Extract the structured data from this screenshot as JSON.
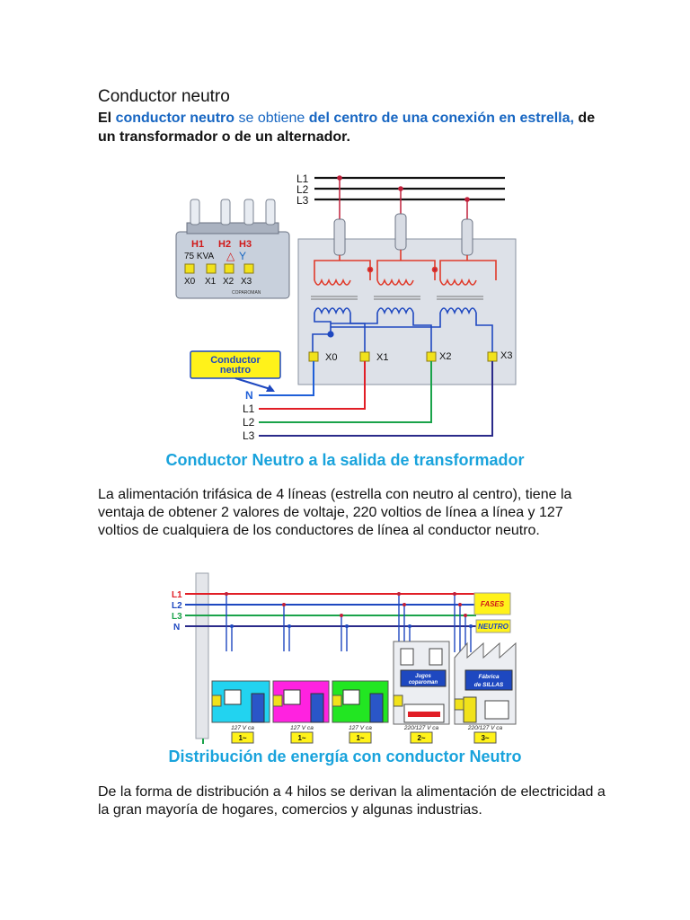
{
  "heading": "Conductor neutro",
  "lead": {
    "p1": "El",
    "p2": "conductor neutro",
    "p3": "se obtiene",
    "p4": "del centro de una conexión en estrella,",
    "p5": "de un transformador  o de un alternador."
  },
  "fig1": {
    "lines_top": [
      "L1",
      "L2",
      "L3"
    ],
    "plate": {
      "h_labels": [
        "H1",
        "H2",
        "H3"
      ],
      "rating": "75 KVA",
      "x_labels": [
        "X0",
        "X1",
        "X2",
        "X3"
      ],
      "brand": "COPAROMAN"
    },
    "terminals": [
      "X0",
      "X1",
      "X2",
      "X3"
    ],
    "callout": "Conductor neutro",
    "lines_out": [
      "N",
      "L1",
      "L2",
      "L3"
    ],
    "colors": {
      "neutral": "#1f5fd8",
      "l1": "#e11e26",
      "l2": "#1aa34a",
      "l3": "#2a2a8a",
      "primary": "#e03a2a"
    }
  },
  "caption1": "Conductor Neutro a la salida de transformador",
  "para1": "La alimentación trifásica de 4 líneas (estrella con neutro al centro), tiene la ventaja de obtener 2 valores de voltaje, 220 voltios de línea a línea y 127 voltios de cualquiera de los conductores de línea al conductor neutro.",
  "fig2": {
    "line_labels": [
      "L1",
      "L2",
      "L3",
      "N"
    ],
    "fases_label": "FASES",
    "neutro_label": "NEUTRO",
    "shop_sign": "Jugos coparoman",
    "factory_sign": "Fábrica de SILLAS",
    "voltages": [
      "127 V ca",
      "127 V ca",
      "127 V ca",
      "220/127 V ca",
      "220/127 V ca"
    ],
    "phase_marks": [
      "1~",
      "1~",
      "1~",
      "2~",
      "3~"
    ],
    "house_colors": [
      "#22d3f0",
      "#ff22e0",
      "#22e622"
    ]
  },
  "caption2": "Distribución de energía con conductor Neutro",
  "para2": "De la forma  de distribución  a 4 hilos se derivan la alimentación de electricidad a la gran mayoría de hogares, comercios  y algunas  industrias."
}
